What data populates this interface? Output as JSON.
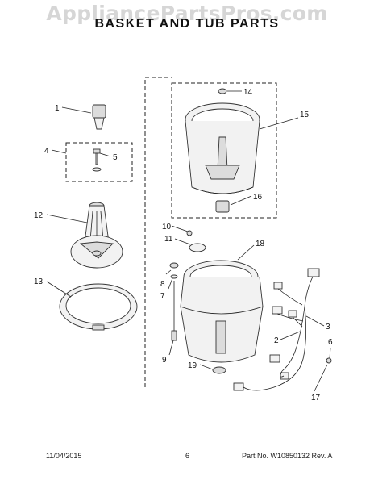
{
  "watermark": "AppliancePartsPros.com",
  "title": "BASKET AND TUB PARTS",
  "footer": {
    "date": "11/04/2015",
    "page": "6",
    "part_no": "Part No. W10850132  Rev. A"
  },
  "callouts": {
    "c1": "1",
    "c2": "2",
    "c3": "3",
    "c4": "4",
    "c5": "5",
    "c6": "6",
    "c7": "7",
    "c8": "8",
    "c9": "9",
    "c10": "10",
    "c11": "11",
    "c12": "12",
    "c13": "13",
    "c14": "14",
    "c15": "15",
    "c16": "16",
    "c17": "17",
    "c18": "18",
    "c19": "19"
  }
}
